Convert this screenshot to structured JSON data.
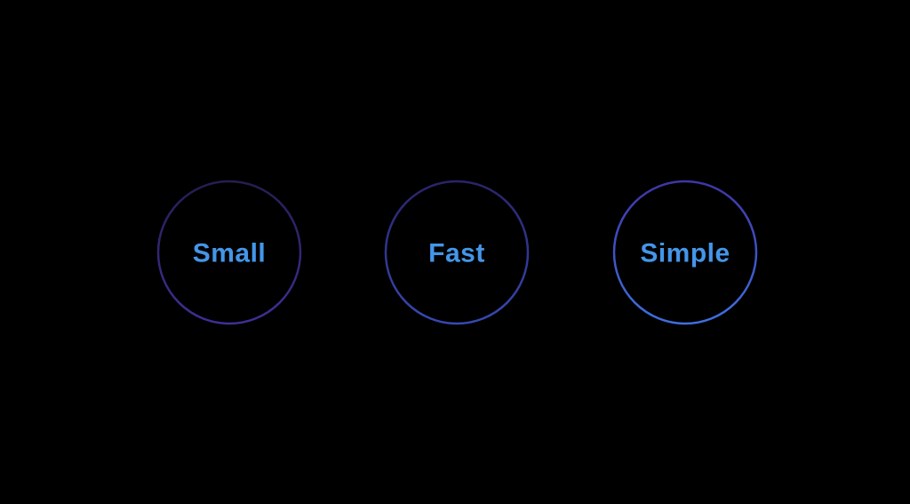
{
  "slide": {
    "background_color": "#000000",
    "description_labels": {
      "node1": "Small",
      "node2": "Fast",
      "node3": "Simple"
    }
  },
  "nodes": [
    {
      "label": "Small"
    },
    {
      "label": "Fast"
    },
    {
      "label": "Simple"
    }
  ],
  "colors": {
    "label_text": "#4496e8",
    "circle1": {
      "top": "#251e52",
      "bottom": "#3e2f97"
    },
    "circle2": {
      "top": "#29246a",
      "bottom": "#3749b2"
    },
    "circle3": {
      "top": "#3e36a6",
      "bottom": "#3f6fe0"
    },
    "line1": {
      "start": "#2e2577",
      "end": "#33297f"
    },
    "line2": {
      "start": "#303a96",
      "end": "#3a57c8"
    }
  }
}
